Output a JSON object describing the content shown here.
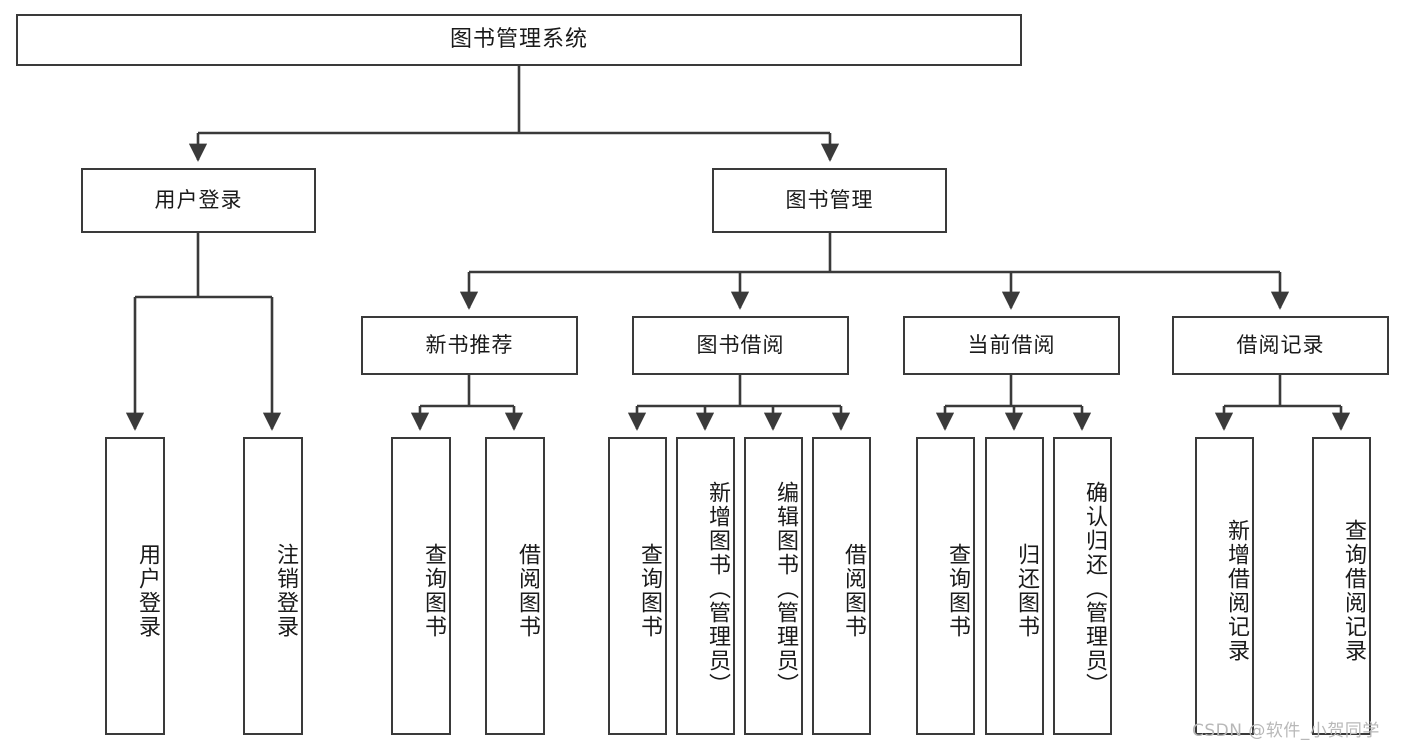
{
  "diagram": {
    "title": "图书管理系统",
    "watermark": "CSDN @软件_小贺同学",
    "line_color": "#3a3a3a",
    "box_fill": "#ffffff",
    "text_color": "#1a1a1a",
    "watermark_color": "#b8b8b8"
  },
  "levels": {
    "root": {
      "label": "图书管理系统"
    },
    "level2": [
      {
        "label": "用户登录"
      },
      {
        "label": "图书管理"
      }
    ],
    "level3": [
      {
        "label": "新书推荐"
      },
      {
        "label": "图书借阅"
      },
      {
        "label": "当前借阅"
      },
      {
        "label": "借阅记录"
      }
    ]
  },
  "leaves": {
    "user_login": [
      {
        "label": "用户登录"
      },
      {
        "label": "注销登录"
      }
    ],
    "new_book_recommend": [
      {
        "label": "查询图书"
      },
      {
        "label": "借阅图书"
      }
    ],
    "book_borrow": [
      {
        "label": "查询图书"
      },
      {
        "label": "新增图书（管理员）"
      },
      {
        "label": "编辑图书（管理员）"
      },
      {
        "label": "借阅图书"
      }
    ],
    "current_borrow": [
      {
        "label": "查询图书"
      },
      {
        "label": "归还图书"
      },
      {
        "label": "确认归还（管理员）"
      }
    ],
    "borrow_record": [
      {
        "label": "新增借阅记录"
      },
      {
        "label": "查询借阅记录"
      }
    ]
  }
}
